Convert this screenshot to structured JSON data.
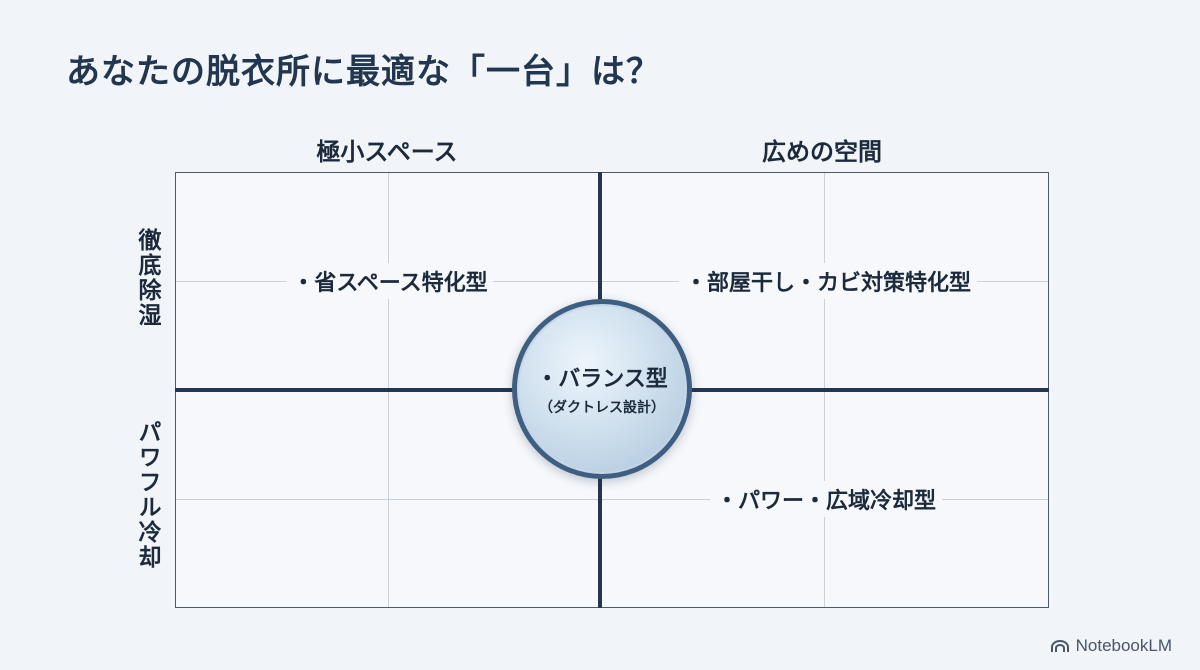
{
  "title": "あなたの脱衣所に最適な「一台」は？",
  "columns": {
    "left": "極小スペース",
    "right": "広めの空間"
  },
  "rows": {
    "top": "徹底除湿",
    "bottom": "パワフル冷却"
  },
  "quadrants": {
    "top_left": "・省スペース特化型",
    "top_right": "・部屋干し・カビ対策特化型",
    "bottom_right": "・パワー・広域冷却型"
  },
  "center": {
    "main": "・バランス型",
    "sub": "（ダクトレス設計）"
  },
  "brand": {
    "name": "NotebookLM",
    "icon": "notebooklm-logo-icon"
  }
}
